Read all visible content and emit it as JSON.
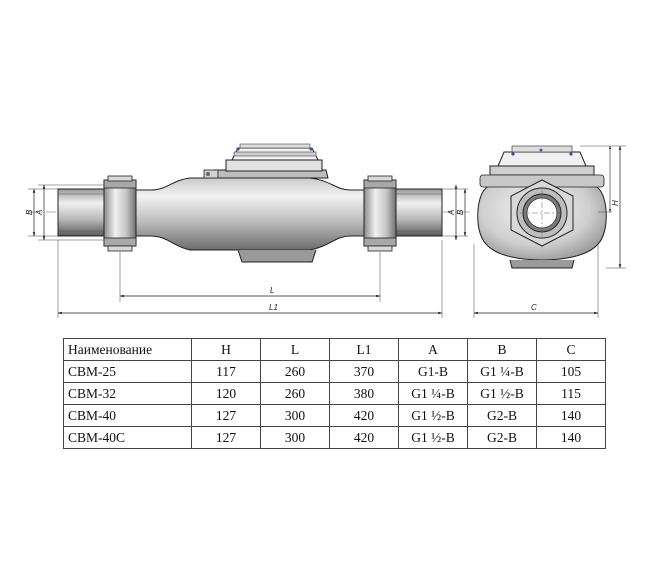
{
  "drawing": {
    "front_view": {
      "dimension_labels": {
        "L": "L",
        "L1": "L1",
        "A": "A",
        "B": "B"
      }
    },
    "side_view": {
      "dimension_labels": {
        "H": "H",
        "C": "C"
      }
    }
  },
  "table": {
    "headers": [
      "Наименование",
      "H",
      "L",
      "L1",
      "A",
      "B",
      "C"
    ],
    "rows": [
      [
        "СВМ-25",
        "117",
        "260",
        "370",
        "G1-B",
        "G1 ¼-B",
        "105"
      ],
      [
        "СВМ-32",
        "120",
        "260",
        "380",
        "G1 ¼-B",
        "G1 ½-B",
        "115"
      ],
      [
        "СВМ-40",
        "127",
        "300",
        "420",
        "G1 ½-B",
        "G2-B",
        "140"
      ],
      [
        "СВМ-40С",
        "127",
        "300",
        "420",
        "G1 ½-B",
        "G2-B",
        "140"
      ]
    ]
  }
}
